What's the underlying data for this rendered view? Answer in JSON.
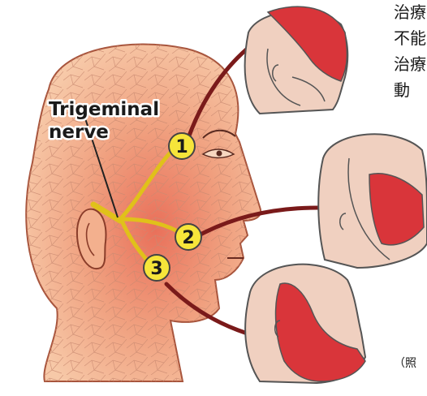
{
  "nerve_label": [
    "Trigeminal",
    "nerve"
  ],
  "branches": [
    "1",
    "2",
    "3"
  ],
  "side_text": [
    "治療",
    "不能",
    "治療",
    "動"
  ],
  "caption": "（照",
  "colors": {
    "skin": "#f2b894",
    "skin_dark": "#e8866a",
    "nerve": "#f2e23a",
    "pain": "#d9353a",
    "arrow": "#7a1a1a",
    "small_head_skin": "#f0d0c0"
  }
}
